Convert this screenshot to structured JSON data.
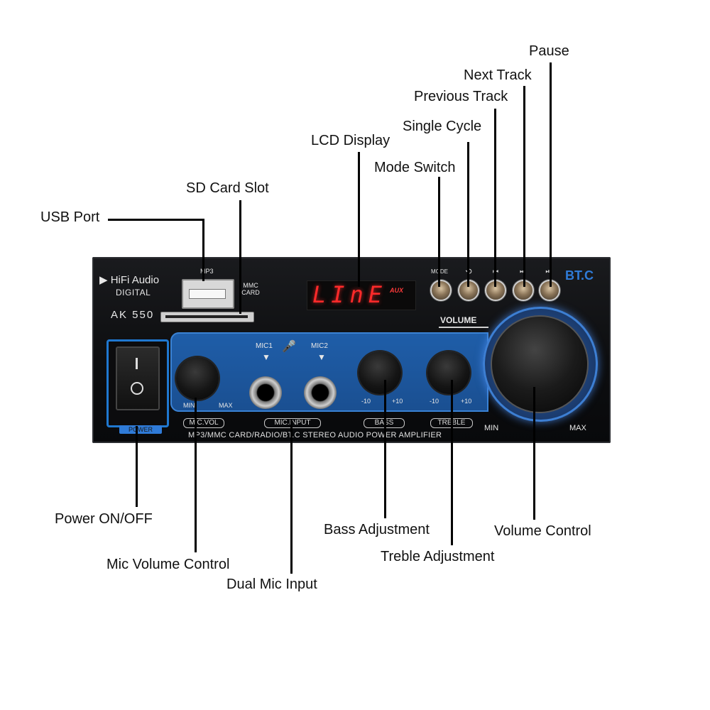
{
  "callouts": {
    "pause": "Pause",
    "next_track": "Next Track",
    "previous_track": "Previous Track",
    "single_cycle": "Single Cycle",
    "lcd_display": "LCD Display",
    "mode_switch": "Mode Switch",
    "sd_card_slot": "SD Card Slot",
    "usb_port": "USB Port",
    "power_on_off": "Power ON/OFF",
    "mic_volume_control": "Mic Volume Control",
    "dual_mic_input": "Dual Mic Input",
    "bass_adjustment": "Bass Adjustment",
    "treble_adjustment": "Treble Adjustment",
    "volume_control": "Volume Control"
  },
  "device": {
    "brand": "▶ HiFi Audio",
    "brand_sub": "DIGITAL",
    "model": "AK 550",
    "usb_label": "MP3",
    "mmc_label": "MMC CARD",
    "lcd_text": "LInE",
    "lcd_sub": "AUX",
    "bt_label": "BT.C",
    "mode_label": "MODE",
    "volume_label": "VOLUME",
    "power_label": "POWER",
    "mic1": "MIC1",
    "mic2": "MIC2",
    "min": "MIN",
    "max": "MAX",
    "minus10": "-10",
    "plus10": "+10",
    "mic_vol": "MIC.VOL",
    "mic_input": "MIC.INPUT",
    "bass": "BASS",
    "treble": "TREBLE",
    "strip_text": "MP3/MMC CARD/RADIO/BT.C STEREO AUDIO POWER AMPLIFIER"
  },
  "colors": {
    "accent_blue": "#1f78d0",
    "lcd_red": "#ff2a2a",
    "panel_black": "#0d0e10"
  }
}
